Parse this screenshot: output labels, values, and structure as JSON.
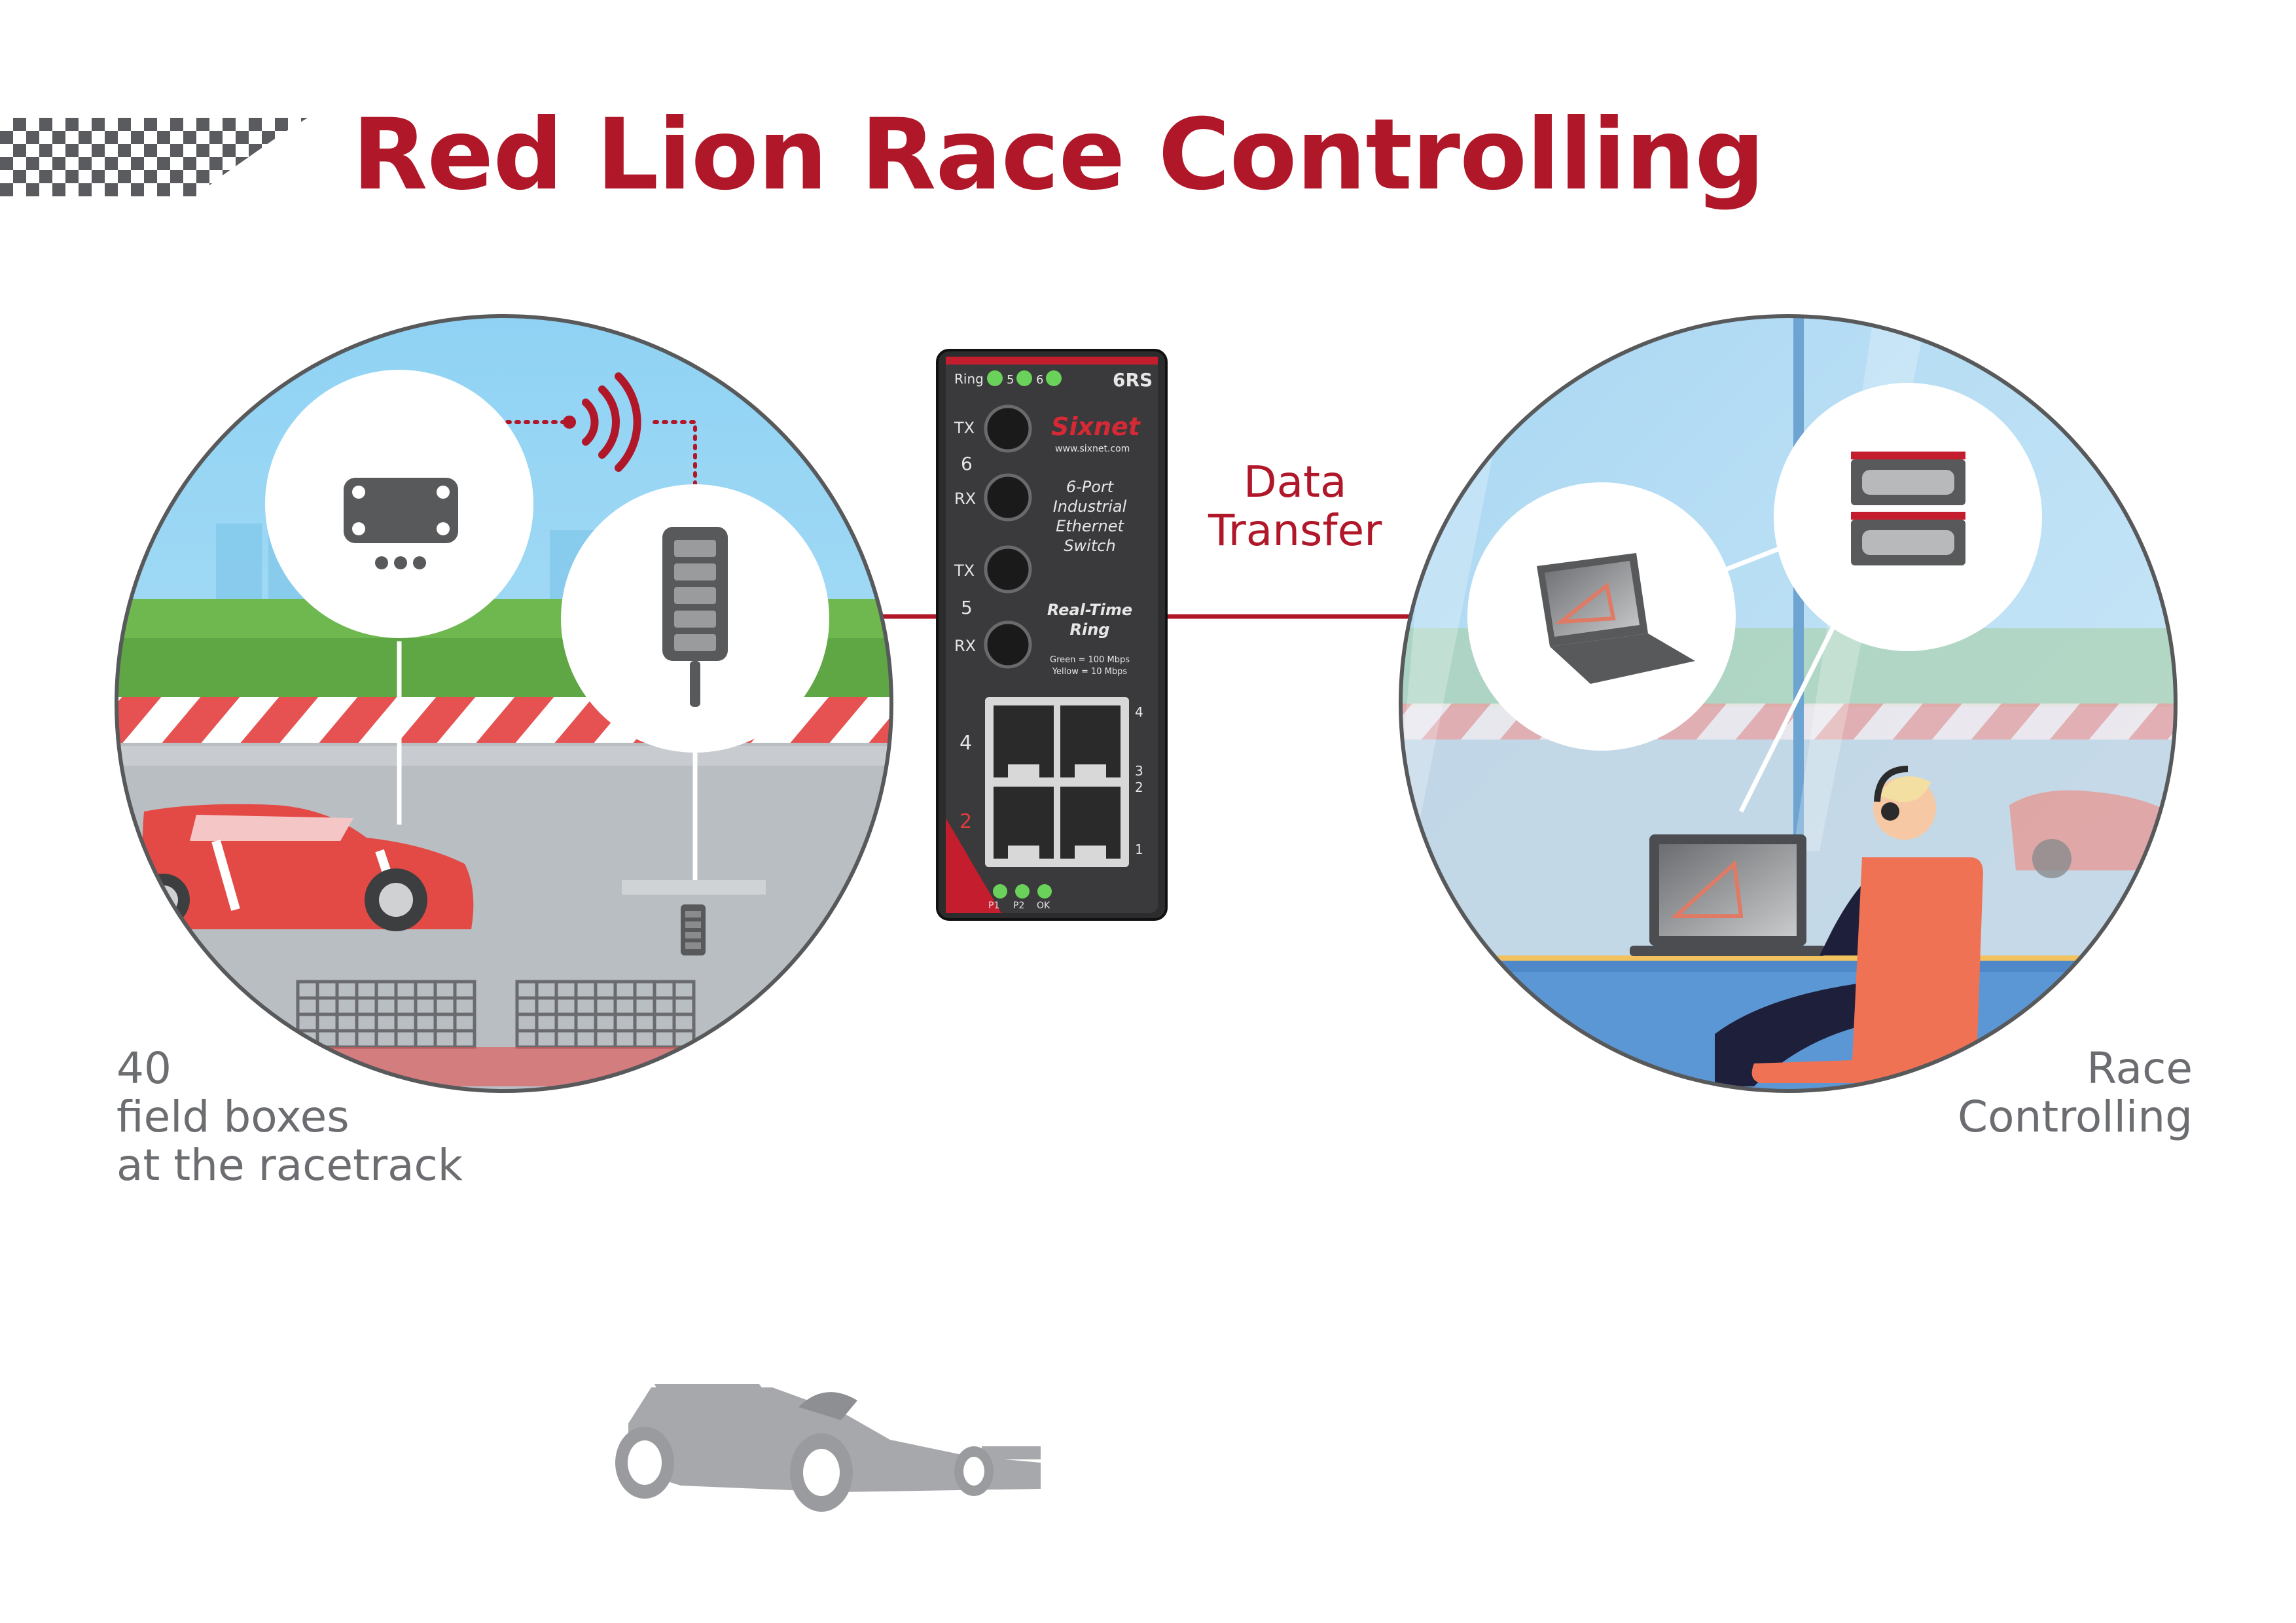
{
  "title": "Red Lion Race Controlling",
  "data_transfer": {
    "line1": "Data",
    "line2": "Transfer"
  },
  "left_caption": {
    "line1": "40",
    "line2": "field boxes",
    "line3": "at the racetrack"
  },
  "right_caption": {
    "line1": "Race",
    "line2": "Controlling"
  },
  "switch": {
    "model": "6RS",
    "brand": "Sixnet",
    "website": "www.sixnet.com",
    "description": [
      "6-Port",
      "Industrial",
      "Ethernet",
      "Switch"
    ],
    "ring_label": [
      "Real-Time",
      "Ring"
    ],
    "led_top_labels": [
      "Ring",
      "5",
      "6"
    ],
    "fiber_port_6": {
      "number": "6",
      "tx": "TX",
      "rx": "RX"
    },
    "fiber_port_5": {
      "number": "5",
      "tx": "TX",
      "rx": "RX"
    },
    "speed_legend": [
      "Green = 100 Mbps",
      "Yellow = 10 Mbps"
    ],
    "rj45_side_labels": [
      "4",
      "2"
    ],
    "rj45_right_labels": [
      "4",
      "3",
      "2",
      "1"
    ],
    "led_bottom_labels": [
      "P1",
      "P2",
      "OK"
    ]
  },
  "colors": {
    "accent_red": "#b0182a",
    "caption_gray": "#6b6d70",
    "icon_gray": "#58595b",
    "sky_blue": "#93d3f3",
    "grass_green": "#6fb850",
    "car_red": "#e34a45",
    "chair_orange": "#f07255"
  },
  "icons": [
    "checkered-flag",
    "field-box-sensor",
    "wireless-signal",
    "field-box-unit",
    "ethernet-switch",
    "laptop",
    "server-stack",
    "race-car",
    "formula-car"
  ]
}
